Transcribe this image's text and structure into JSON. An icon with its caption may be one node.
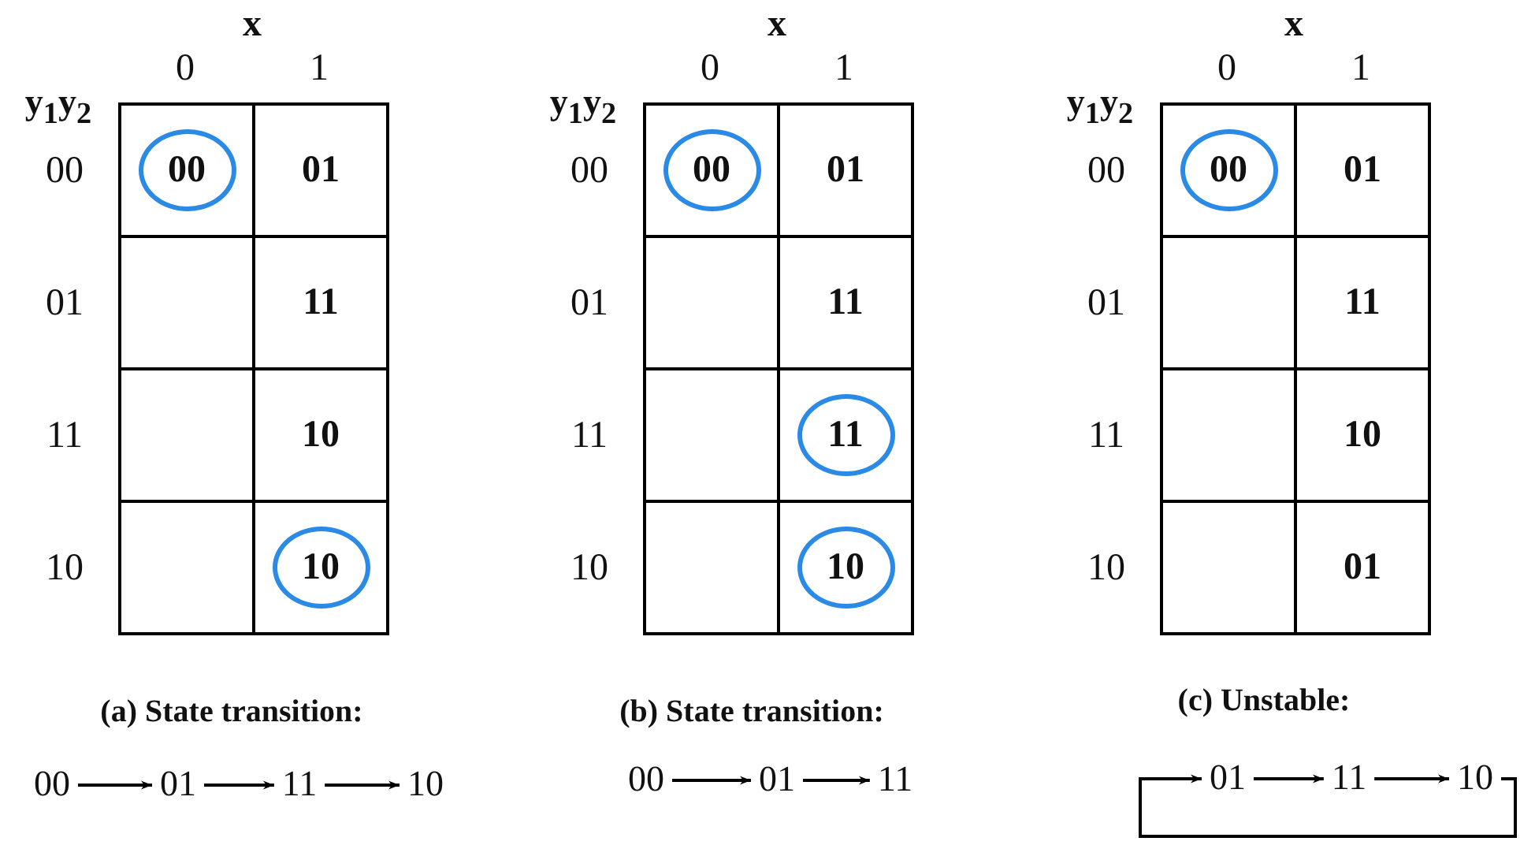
{
  "diagram": {
    "nodes": [
      {
        "text": [],
        "shape": "box"
      },
      {
        "text": [
          "00"
        ],
        "in": 0
      },
      {
        "text": [
          "01"
        ]
      },
      {
        "text": [],
        "shape": "box"
      },
      {
        "text": [
          "11"
        ]
      },
      {
        "text": [],
        "shape": "box"
      },
      {
        "text": [
          "10"
        ]
      },
      {
        "text": [],
        "shape": "box"
      },
      {
        "text": [],
        "shape": "box"
      },
      {
        "text": [
          "10"
        ],
        "in": 8
      },
      {
        "text": [],
        "shape": "box"
      },
      {
        "text": [
          "00"
        ],
        "in": 10
      },
      {
        "text": [
          "01"
        ]
      },
      {
        "text": [],
        "shape": "box"
      },
      {
        "text": [
          "11"
        ]
      },
      {
        "text": [],
        "shape": "box"
      },
      {
        "text": [],
        "shape": "box"
      },
      {
        "text": [
          "11"
        ],
        "in": 16
      },
      {
        "text": [],
        "shape": "box"
      },
      {
        "text": [],
        "shape": "box"
      },
      {
        "text": [
          "10"
        ],
        "in": 19
      },
      {
        "text": [],
        "shape": "box"
      },
      {
        "text": [
          "00"
        ],
        "in": 21
      },
      {
        "text": [
          "01"
        ]
      },
      {
        "text": [],
        "shape": "box"
      },
      {
        "text": [
          "11"
        ]
      },
      {
        "text": [],
        "shape": "box"
      },
      {
        "text": [
          "10"
        ]
      },
      {
        "text": [],
        "shape": "box"
      },
      {
        "text": [
          "01"
        ]
      },
      {
        "text": [
          "00"
        ]
      },
      {
        "text": [
          "01"
        ]
      },
      {
        "text": [
          "11"
        ]
      },
      {
        "text": [
          "10"
        ]
      },
      {
        "text": [
          "00"
        ]
      },
      {
        "text": [
          "01"
        ]
      },
      {
        "text": [
          "11"
        ]
      },
      {
        "text": [
          "01"
        ]
      },
      {
        "text": [
          "11"
        ]
      },
      {
        "text": [
          "10"
        ]
      }
    ],
    "edges": [
      {
        "from": 30,
        "to": 31,
        "arrow": "to"
      },
      {
        "from": 31,
        "to": 32,
        "arrow": "to"
      },
      {
        "from": 32,
        "to": 33,
        "arrow": "to"
      },
      {
        "from": 34,
        "to": 35,
        "arrow": "to"
      },
      {
        "from": 35,
        "to": 36,
        "arrow": "to"
      },
      {
        "from": 37,
        "to": 38,
        "arrow": "to"
      },
      {
        "from": 38,
        "to": 39,
        "arrow": "to"
      },
      {
        "from": 39,
        "to": 37,
        "arrow": "to"
      }
    ],
    "labels": [
      "x",
      "0",
      "1",
      "y$_{1}$y$_{2}$",
      "00",
      "01",
      "11",
      "10",
      "(a) State transition:",
      "x",
      "0",
      "1",
      "y$_{1}$y$_{2}$",
      "00",
      "01",
      "11",
      "10",
      "(b) State transition:",
      "x",
      "0",
      "1",
      "y$_{1}$y$_{2}$",
      "00",
      "01",
      "11",
      "10",
      "(c) Unstable:"
    ]
  }
}
